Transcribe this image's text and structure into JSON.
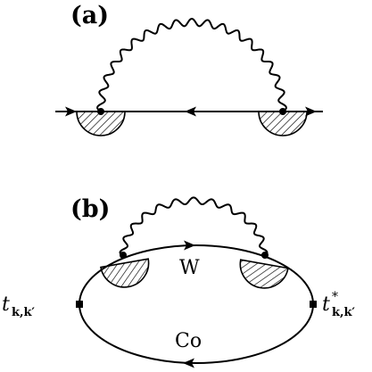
{
  "panel_a": {
    "label": "(a)"
  },
  "panel_b": {
    "label": "(b)",
    "upper_line_label": "W",
    "lower_line_label": "Co",
    "left_vertex": {
      "main": "t",
      "sub": "k,k′"
    },
    "right_vertex": {
      "main": "t",
      "sup": "*",
      "sub": "k,k′"
    }
  }
}
